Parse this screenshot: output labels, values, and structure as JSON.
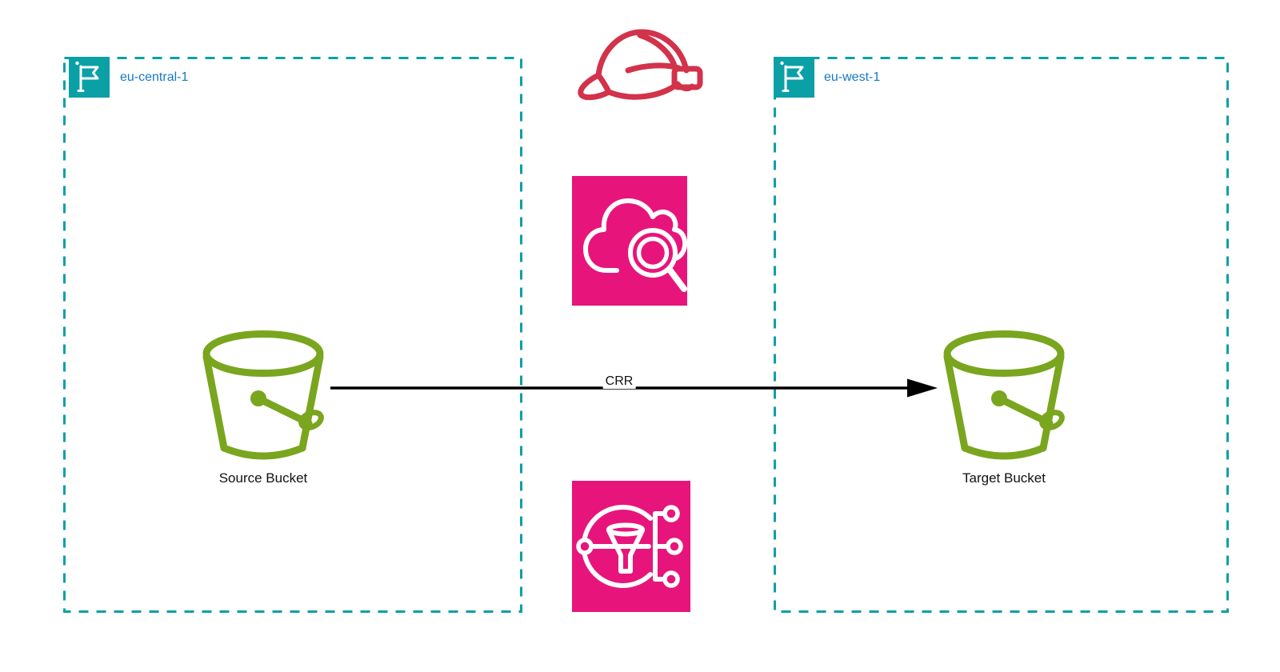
{
  "diagram": {
    "regions": [
      {
        "label": "eu-central-1",
        "icon": "region-flag"
      },
      {
        "label": "eu-west-1",
        "icon": "region-flag"
      }
    ],
    "nodes": {
      "source_bucket": {
        "label": "Source Bucket",
        "icon": "s3-bucket"
      },
      "target_bucket": {
        "label": "Target Bucket",
        "icon": "s3-bucket"
      },
      "helmet": {
        "icon": "red-helmet"
      },
      "cloudwatch": {
        "icon": "cloudwatch-cloud-magnifier"
      },
      "eventbridge": {
        "icon": "eventbridge-rule-funnel"
      }
    },
    "edge": {
      "label": "CRR",
      "from": "Source Bucket",
      "to": "Target Bucket"
    },
    "colors": {
      "region_border": "#0aa0a6",
      "region_label": "#1779c4",
      "bucket_green": "#7aa51e",
      "service_pink": "#e7157b",
      "helmet_red": "#d2324a",
      "arrow_black": "#000000",
      "icon_stroke_white": "#ffffff"
    }
  }
}
